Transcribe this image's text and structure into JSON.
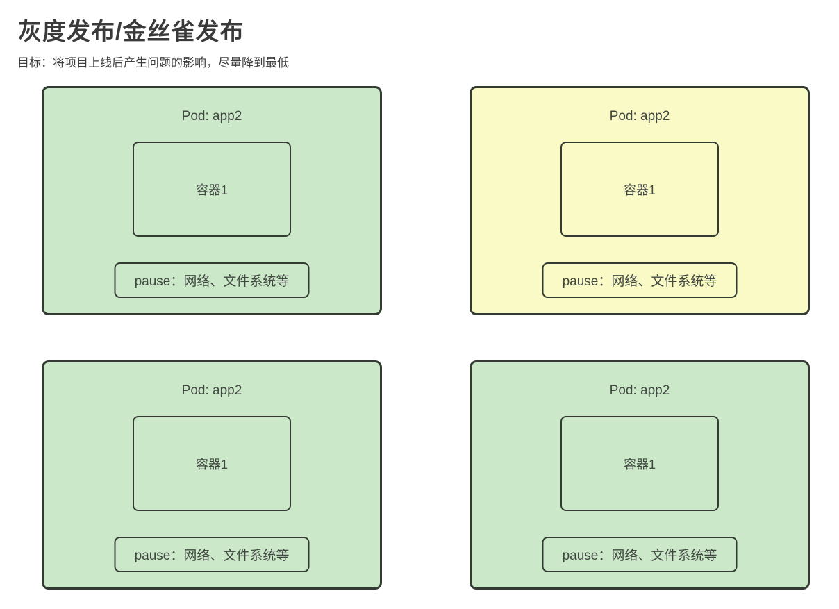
{
  "page": {
    "title": "灰度发布/金丝雀发布",
    "subtitle": "目标：将项目上线后产生问题的影响，尽量降到最低"
  },
  "colors": {
    "pod_green_fill": "#cbe8c9",
    "pod_yellow_fill": "#fafac7",
    "box_border": "#333b33",
    "heading_text": "#3a3a3a",
    "diagram_text": "#414741",
    "page_background": "#ffffff"
  },
  "pods": [
    {
      "position": "top-left",
      "fill": "#cbe8c9",
      "title": "Pod: app2",
      "container_label": "容器1",
      "pause_label": "pause：网络、文件系统等"
    },
    {
      "position": "top-right",
      "fill": "#fafac7",
      "title": "Pod: app2",
      "container_label": "容器1",
      "pause_label": "pause：网络、文件系统等"
    },
    {
      "position": "bottom-left",
      "fill": "#cbe8c9",
      "title": "Pod: app2",
      "container_label": "容器1",
      "pause_label": "pause：网络、文件系统等"
    },
    {
      "position": "bottom-right",
      "fill": "#cbe8c9",
      "title": "Pod: app2",
      "container_label": "容器1",
      "pause_label": "pause：网络、文件系统等"
    }
  ]
}
